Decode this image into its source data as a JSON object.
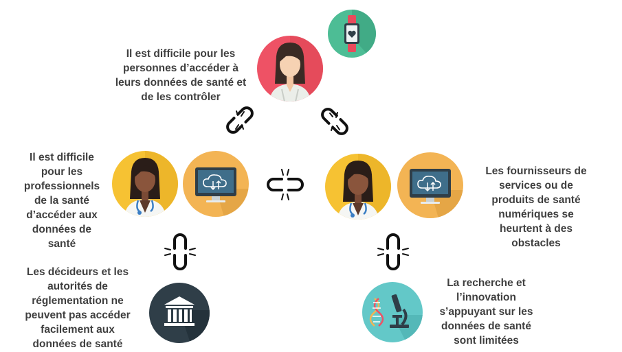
{
  "labels": {
    "patient": "Il est difficile pour les\npersonnes d’accéder à\nleurs données de santé et\nde les contrôler",
    "professionals": "Il est difficile\npour les\nprofessionnels\nde la santé\nd’accéder aux\ndonnées de\nsanté",
    "providers": "Les fournisseurs de\nservices ou de\nproduits de santé\nnumériques se\nheurtent à des\nobstacles",
    "regulators": "Les décideurs et les\nautorités de\nréglementation ne\npeuvent pas accéder\nfacilement aux\ndonnées de santé",
    "research": "La recherche et\nl’innovation\ns’appuyant sur les\ndonnées de santé\nsont limitées"
  },
  "icons": {
    "wearable": "smartwatch-heart-icon",
    "patient": "woman-patient-icon",
    "doctor": "female-doctor-icon",
    "monitor": "cloud-monitor-icon",
    "building": "government-building-icon",
    "research": "dna-microscope-icon",
    "link": "broken-chain-link-icon"
  },
  "colors": {
    "text": "#3f3f3f",
    "pink": "#ee5265",
    "yellow": "#f6c233",
    "orange": "#f3b454",
    "green": "#4dbd95",
    "navy": "#2f3e48",
    "teal": "#63c8c8"
  }
}
